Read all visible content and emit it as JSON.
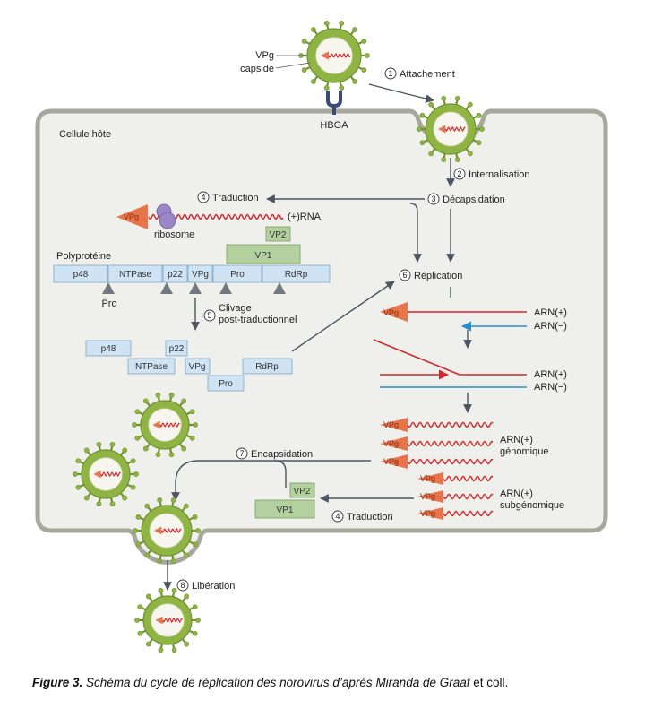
{
  "labels": {
    "vpg": "VPg",
    "capside": "capside",
    "hbga": "HBGA",
    "cell": "Cellule hôte",
    "ribosome": "ribosome",
    "rna": "(+)RNA",
    "polyproteine": "Polyprotéine",
    "pro": "Pro",
    "clivage1": "Clivage",
    "clivage2": "post-traductionnel",
    "arn_plus": "ARN(+)",
    "arn_minus": "ARN(−)",
    "genomique1": "ARN(+)",
    "genomique2": "génomique",
    "subgen1": "ARN(+)",
    "subgen2": "subgénomique"
  },
  "steps": {
    "s1": {
      "num": "1",
      "label": "Attachement"
    },
    "s2": {
      "num": "2",
      "label": "Internalisation"
    },
    "s3": {
      "num": "3",
      "label": "Décapsidation"
    },
    "s4": {
      "num": "4",
      "label": "Traduction"
    },
    "s5": {
      "num": "5"
    },
    "s6": {
      "num": "6",
      "label": "Réplication"
    },
    "s7": {
      "num": "7",
      "label": "Encapsidation"
    },
    "s4b": {
      "num": "4",
      "label": "Traduction"
    },
    "s8": {
      "num": "8",
      "label": "Libération"
    }
  },
  "polyprotein": [
    "p48",
    "NTPase",
    "p22",
    "VPg",
    "Pro",
    "RdRp"
  ],
  "cleaved": {
    "p48": "p48",
    "ntpase": "NTPase",
    "p22": "p22",
    "vpg": "VPg",
    "pro": "Pro",
    "rdrp": "RdRp"
  },
  "structural": {
    "vp1": "VP1",
    "vp2": "VP2"
  },
  "caption": {
    "prefix": "Figure 3.",
    "text": " Schéma du cycle de réplication des norovirus d’après ",
    "author": "Miranda de Graaf",
    "suffix": " et coll."
  },
  "colors": {
    "cell_fill": "#efefec",
    "cell_stroke": "#a5a89a",
    "virus_fill": "#8fb443",
    "protein_fill": "#cfe3f3",
    "protein_stroke": "#7ea6c9",
    "vp_fill": "#b3d19e",
    "vpg_fill": "#e8744a",
    "rna_red": "#d0282f",
    "rna_blue": "#2a8fc7",
    "arrow": "#4d5560"
  }
}
